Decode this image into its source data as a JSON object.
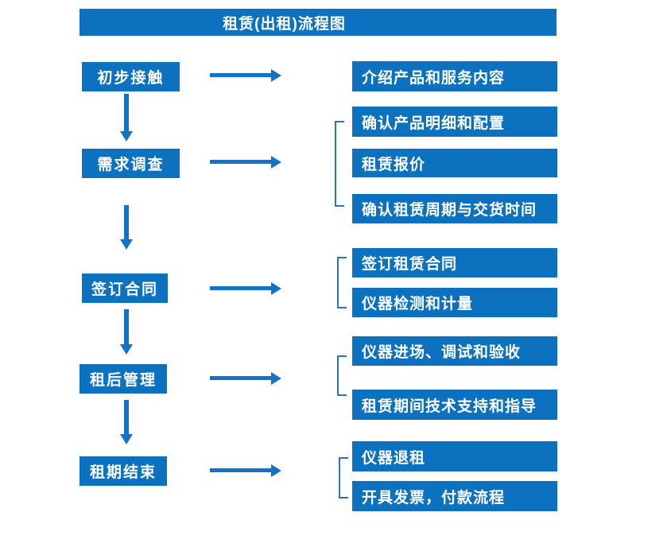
{
  "title": "租赁(出租)流程图",
  "colors": {
    "box_blue": "#0c72c0",
    "arrow_blue": "#1273cb",
    "bracket_blue": "#2e75b6",
    "text_white": "#ffffff"
  },
  "flow": [
    {
      "stage": "初步接触",
      "details": [
        "介绍产品和服务内容"
      ]
    },
    {
      "stage": "需求调查",
      "details": [
        "确认产品明细和配置",
        "租赁报价",
        "确认租赁周期与交货时间"
      ]
    },
    {
      "stage": "签订合同",
      "details": [
        "签订租赁合同",
        "仪器检测和计量"
      ]
    },
    {
      "stage": "租后管理",
      "details": [
        "仪器进场、调试和验收",
        "租赁期间技术支持和指导"
      ]
    },
    {
      "stage": "租期结束",
      "details": [
        "仪器退租",
        "开具发票，付款流程"
      ]
    }
  ]
}
